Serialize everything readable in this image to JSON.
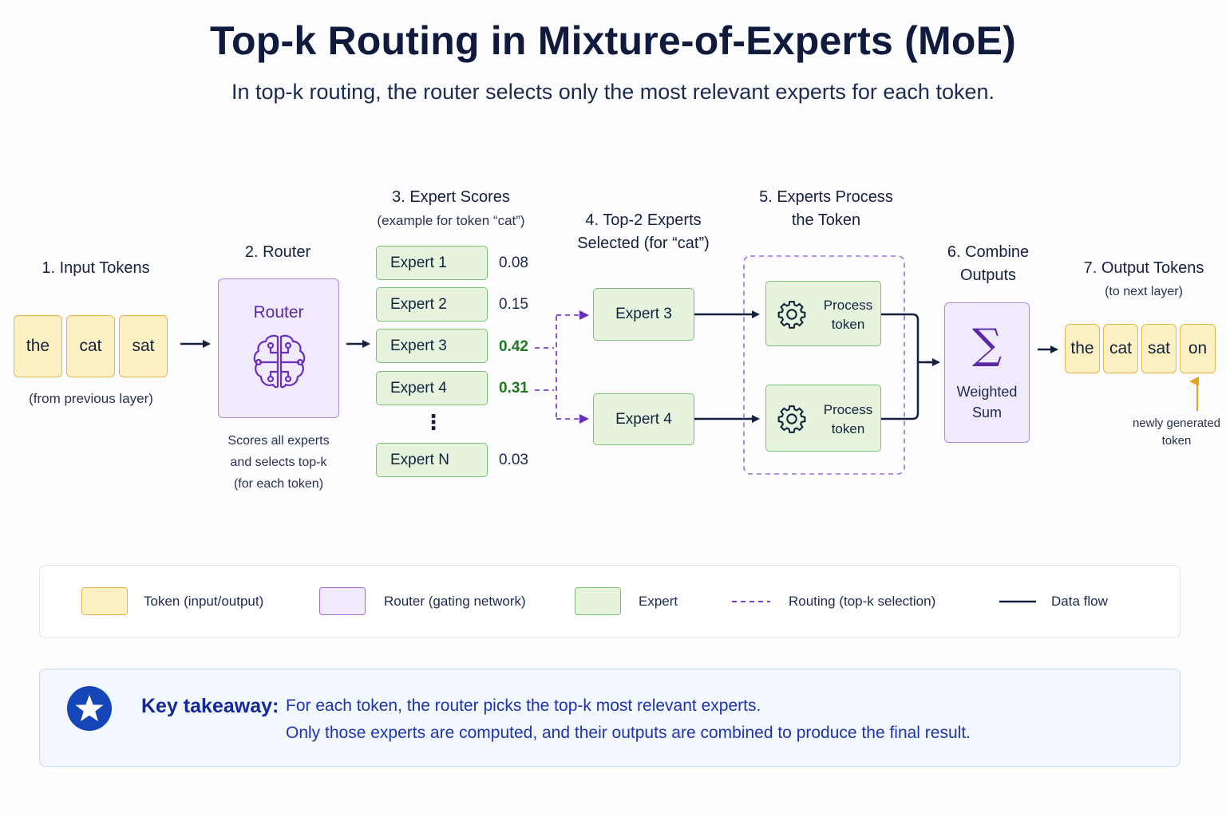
{
  "header": {
    "title": "Top-k Routing in Mixture-of-Experts (MoE)",
    "subtitle": "In top-k routing, the router selects only the most relevant experts for each token."
  },
  "steps": {
    "input": {
      "title": "1. Input Tokens",
      "tokens": [
        "the",
        "cat",
        "sat"
      ],
      "note": "(from previous layer)"
    },
    "router": {
      "title": "2. Router",
      "box_label": "Router",
      "icon": "brain-circuit-icon",
      "note_lines": [
        "Scores all experts",
        "and selects top-k",
        "(for each token)"
      ]
    },
    "scores": {
      "title": "3. Expert Scores",
      "subtitle": "(example for token “cat”)",
      "experts": [
        {
          "label": "Expert 1",
          "score": "0.08",
          "selected": false
        },
        {
          "label": "Expert 2",
          "score": "0.15",
          "selected": false
        },
        {
          "label": "Expert 3",
          "score": "0.42",
          "selected": true
        },
        {
          "label": "Expert 4",
          "score": "0.31",
          "selected": true
        }
      ],
      "ellipsis": "⋮",
      "last": {
        "label": "Expert N",
        "score": "0.03",
        "selected": false
      }
    },
    "selected": {
      "title_line1": "4. Top-2 Experts",
      "title_line2_bold": "Selected",
      "title_line2_rest": " (for “cat”)",
      "experts": [
        "Expert 3",
        "Expert 4"
      ]
    },
    "process": {
      "title_line1": "5. Experts Process",
      "title_line2": "the Token",
      "boxes": [
        {
          "line1": "Process",
          "line2": "token",
          "icon": "gear-icon"
        },
        {
          "line1": "Process",
          "line2": "token",
          "icon": "gear-icon"
        }
      ]
    },
    "combine": {
      "title_line1": "6. Combine",
      "title_line2": "Outputs",
      "symbol": "∑",
      "label_line1": "Weighted",
      "label_line2": "Sum"
    },
    "output": {
      "title": "7. Output Tokens",
      "subtitle": "(to next layer)",
      "tokens": [
        "the",
        "cat",
        "sat",
        "on"
      ],
      "note_line1": "newly generated",
      "note_line2": "token"
    }
  },
  "legend": {
    "items": [
      {
        "kind": "token",
        "label": "Token (input/output)"
      },
      {
        "kind": "router",
        "label": "Router (gating network)"
      },
      {
        "kind": "expert",
        "label": "Expert"
      },
      {
        "kind": "routing",
        "label": "Routing (top-k selection)"
      },
      {
        "kind": "dataflow",
        "label": "Data flow"
      }
    ]
  },
  "takeaway": {
    "icon": "star-icon",
    "heading": "Key takeaway:",
    "line1": "For each token, the router picks the top-k most relevant experts.",
    "line2": "Only those experts are computed, and their outputs are combined to produce the final result."
  },
  "colors": {
    "token_fill": "#fdf0c2",
    "token_border": "#e6b54a",
    "router_fill": "#f1eafd",
    "router_border": "#a98be0",
    "router_accent": "#6a2fc0",
    "expert_fill": "#e6f4de",
    "expert_border": "#7fbe77",
    "selected_score": "#1f7a1f",
    "routing": "#7b3fd6",
    "dataflow": "#14213d",
    "takeaway_accent": "#1446b8",
    "highlight_arrow": "#e8a21f"
  }
}
